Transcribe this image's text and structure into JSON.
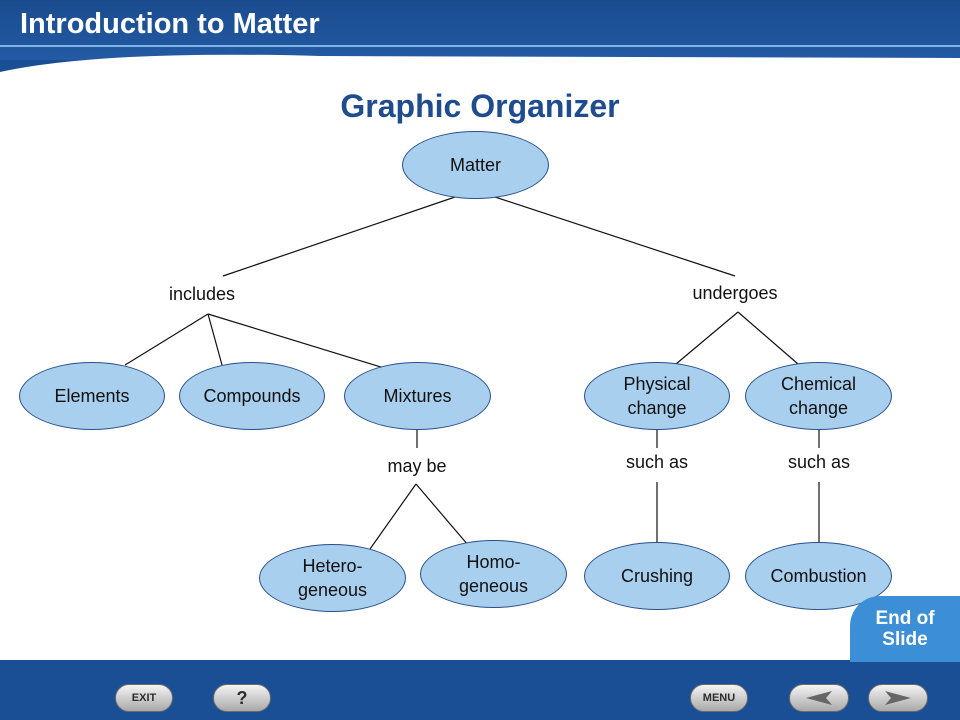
{
  "header": {
    "title": "Introduction to Matter"
  },
  "slide_title": "Graphic Organizer",
  "nodes": {
    "matter": "Matter",
    "elements": "Elements",
    "compounds": "Compounds",
    "mixtures": "Mixtures",
    "heterogeneous": "Hetero-\ngeneous",
    "homogeneous": "Homo-\ngeneous",
    "physical_change": "Physical\nchange",
    "chemical_change": "Chemical\nchange",
    "crushing": "Crushing",
    "combustion": "Combustion"
  },
  "links": {
    "includes": "includes",
    "undergoes": "undergoes",
    "may_be": "may be",
    "such_as_physical": "such as",
    "such_as_chemical": "such as"
  },
  "end_of_slide": "End of\nSlide",
  "nav": {
    "exit": "EXIT",
    "help": "?",
    "menu": "MENU",
    "back_icon": "left-arrow-icon",
    "forward_icon": "right-arrow-icon"
  },
  "colors": {
    "background": "#1a4f96",
    "slide": "#ffffff",
    "node_fill": "#a9cfef",
    "title": "#1f4c8f",
    "end_of_slide": "#3c8ed6"
  }
}
